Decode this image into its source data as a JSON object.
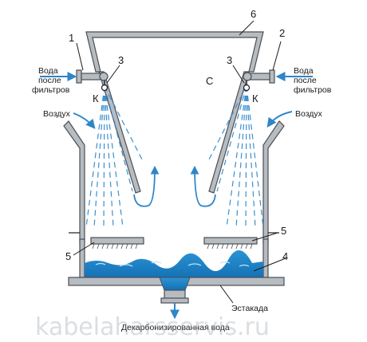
{
  "numbers": {
    "n1": "1",
    "n2": "2",
    "n3_left": "3",
    "n3_right": "3",
    "n4": "4",
    "n5_left": "5",
    "n5_right": "5",
    "n6": "6",
    "k_left": "К",
    "k_right": "К",
    "c": "С"
  },
  "labels": {
    "water_left": [
      "Вода",
      "после",
      "фильтров"
    ],
    "water_right": [
      "Вода",
      "после",
      "фильтров"
    ],
    "air_left": "Воздух",
    "air_right": "Воздух",
    "trestle": "Эстакада",
    "output": "Декарбонизированная вода"
  },
  "watermark": "kabelaharsservis.ru",
  "colors": {
    "steel": "#b7bcc1",
    "steel_dark": "#4a4f55",
    "water": "#1f84c8",
    "spray": "#3a8fd0",
    "arrow": "#2e86c9"
  }
}
